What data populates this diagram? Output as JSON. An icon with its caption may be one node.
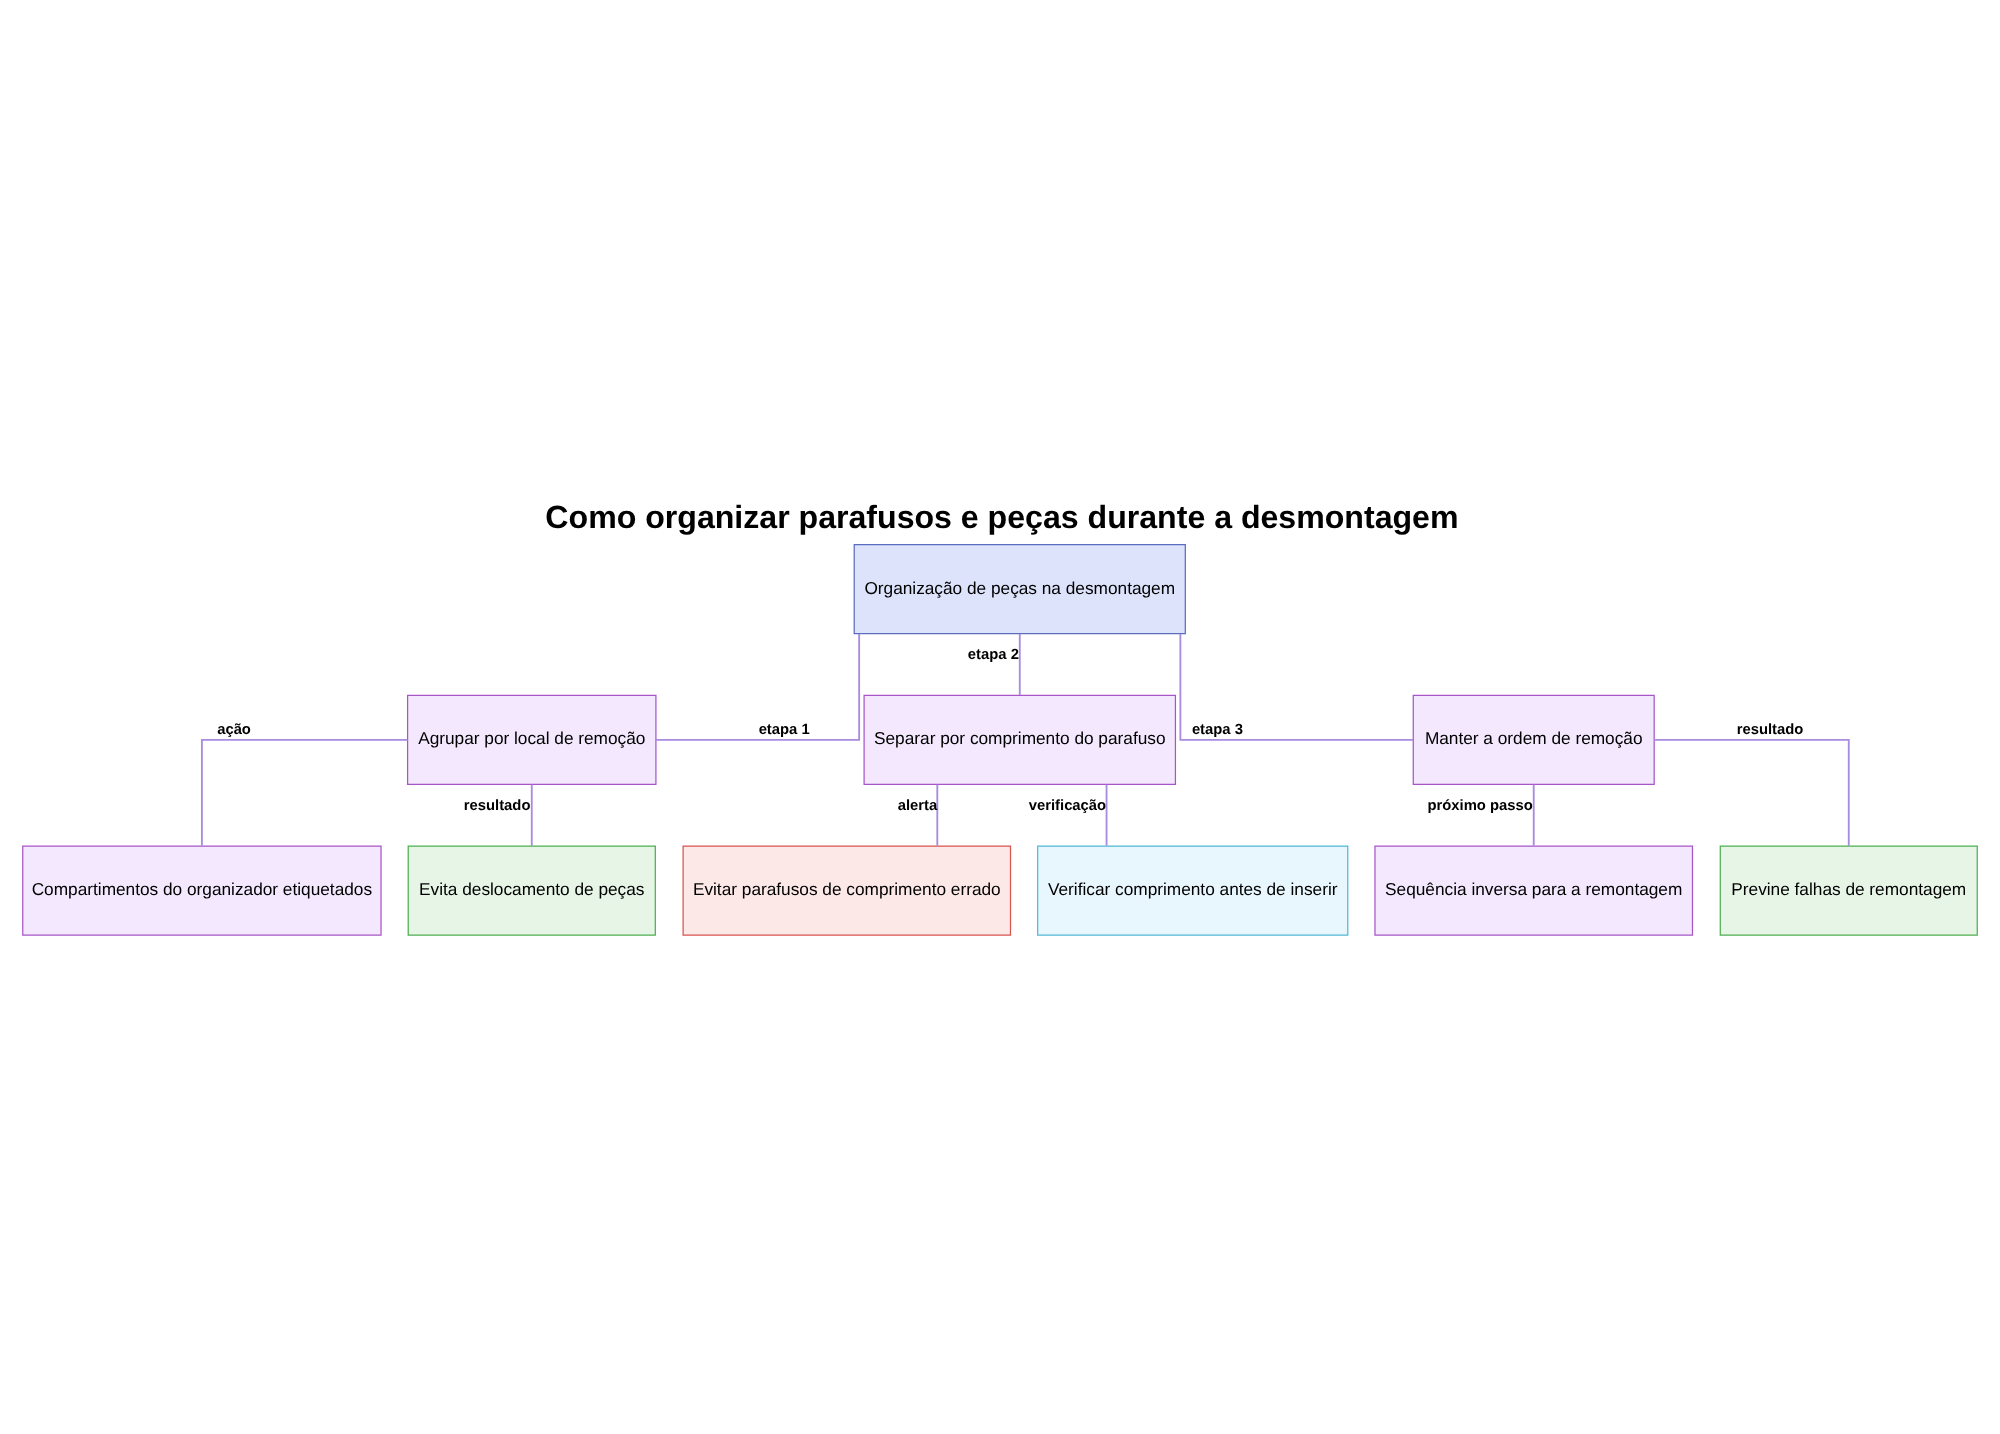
{
  "diagram": {
    "title": "Como organizar parafusos e peças durante a desmontagem",
    "nodes": [
      {
        "text": [
          "Organização de peças na desmontagem"
        ]
      },
      {
        "text": [
          "Agrupar por local de remoção"
        ]
      },
      {
        "text": [
          "Separar por comprimento do parafuso"
        ]
      },
      {
        "text": [
          "Manter a ordem de remoção"
        ]
      },
      {
        "text": [
          "Compartimentos do organizador etiquetados"
        ]
      },
      {
        "text": [
          "Evita deslocamento de peças"
        ]
      },
      {
        "text": [
          "Evitar parafusos de comprimento errado"
        ]
      },
      {
        "text": [
          "Verificar comprimento antes de inserir"
        ]
      },
      {
        "text": [
          "Sequência inversa para a remontagem"
        ]
      },
      {
        "text": [
          "Previne falhas de remontagem"
        ]
      }
    ],
    "edges": [
      {
        "from": 0,
        "to": 1,
        "arrow": "none",
        "label": "etapa 1"
      },
      {
        "from": 0,
        "to": 2,
        "arrow": "none",
        "label": "etapa 2"
      },
      {
        "from": 0,
        "to": 3,
        "arrow": "none",
        "label": "etapa 3"
      },
      {
        "from": 1,
        "to": 4,
        "arrow": "none",
        "label": "ação"
      },
      {
        "from": 1,
        "to": 5,
        "arrow": "none",
        "label": "resultado"
      },
      {
        "from": 2,
        "to": 6,
        "arrow": "none",
        "label": "alerta"
      },
      {
        "from": 2,
        "to": 7,
        "arrow": "none",
        "label": "verificação"
      },
      {
        "from": 3,
        "to": 8,
        "arrow": "none",
        "label": "próximo passo"
      },
      {
        "from": 3,
        "to": 9,
        "arrow": "none",
        "label": "resultado"
      }
    ]
  }
}
